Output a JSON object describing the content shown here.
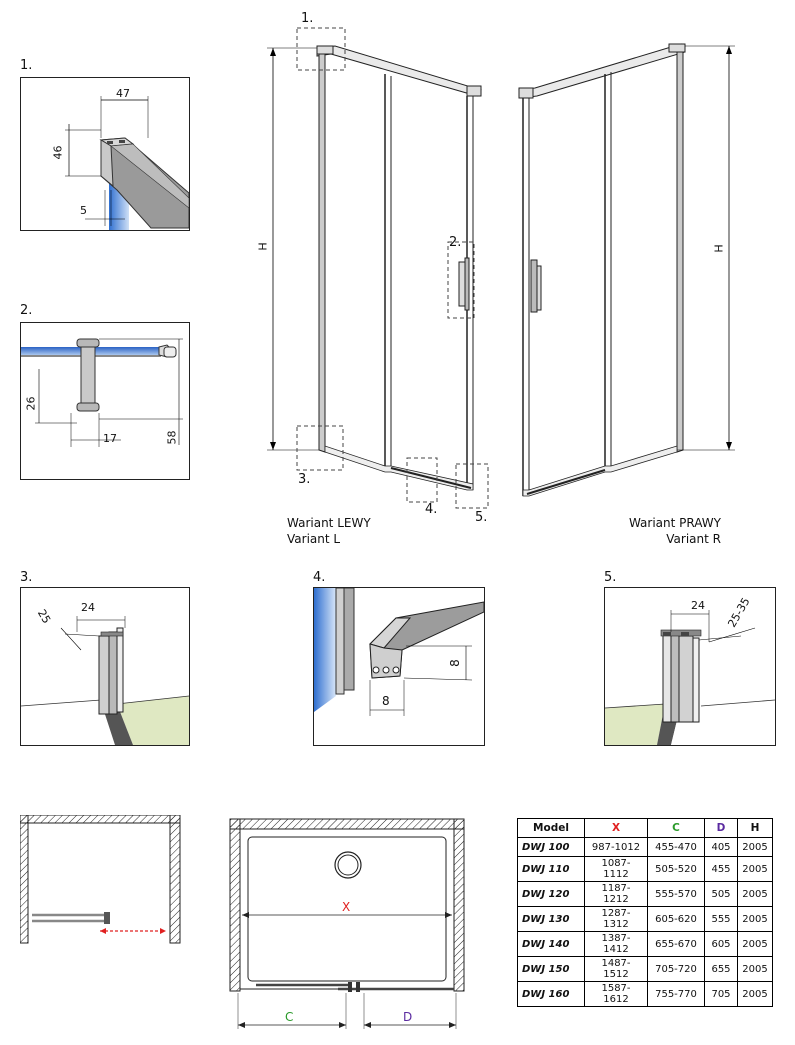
{
  "detail_labels": {
    "d1": "1.",
    "d2": "2.",
    "d3": "3.",
    "d4": "4.",
    "d5": "5."
  },
  "detail1": {
    "width": "47",
    "height": "46",
    "offset": "5"
  },
  "detail2": {
    "handle_offset": "26",
    "handle_depth": "17",
    "handle_height": "58"
  },
  "detail3": {
    "angle": "25",
    "width": "24"
  },
  "detail4": {
    "height": "8",
    "width": "8"
  },
  "detail5": {
    "width": "24",
    "range": "25-35"
  },
  "main": {
    "height_label": "H",
    "callouts": {
      "c1": "1.",
      "c2": "2.",
      "c3": "3.",
      "c4": "4.",
      "c5": "5."
    }
  },
  "variants": {
    "left_line1": "Wariant LEWY",
    "left_line2": "Variant L",
    "right_line1": "Wariant PRAWY",
    "right_line2": "Variant R"
  },
  "plan": {
    "x_label": "X",
    "c_label": "C",
    "d_label": "D"
  },
  "colors": {
    "x": "#e02020",
    "c": "#2a9a2a",
    "d": "#5a2aa0",
    "glass": "#5a8fd0",
    "floor": "#dfe8c2"
  },
  "table": {
    "headers": [
      "Model",
      "X",
      "C",
      "D",
      "H"
    ],
    "rows": [
      [
        "DWJ 100",
        "987-1012",
        "455-470",
        "405",
        "2005"
      ],
      [
        "DWJ 110",
        "1087-1112",
        "505-520",
        "455",
        "2005"
      ],
      [
        "DWJ 120",
        "1187-1212",
        "555-570",
        "505",
        "2005"
      ],
      [
        "DWJ 130",
        "1287-1312",
        "605-620",
        "555",
        "2005"
      ],
      [
        "DWJ 140",
        "1387-1412",
        "655-670",
        "605",
        "2005"
      ],
      [
        "DWJ 150",
        "1487-1512",
        "705-720",
        "655",
        "2005"
      ],
      [
        "DWJ 160",
        "1587-1612",
        "755-770",
        "705",
        "2005"
      ]
    ]
  }
}
